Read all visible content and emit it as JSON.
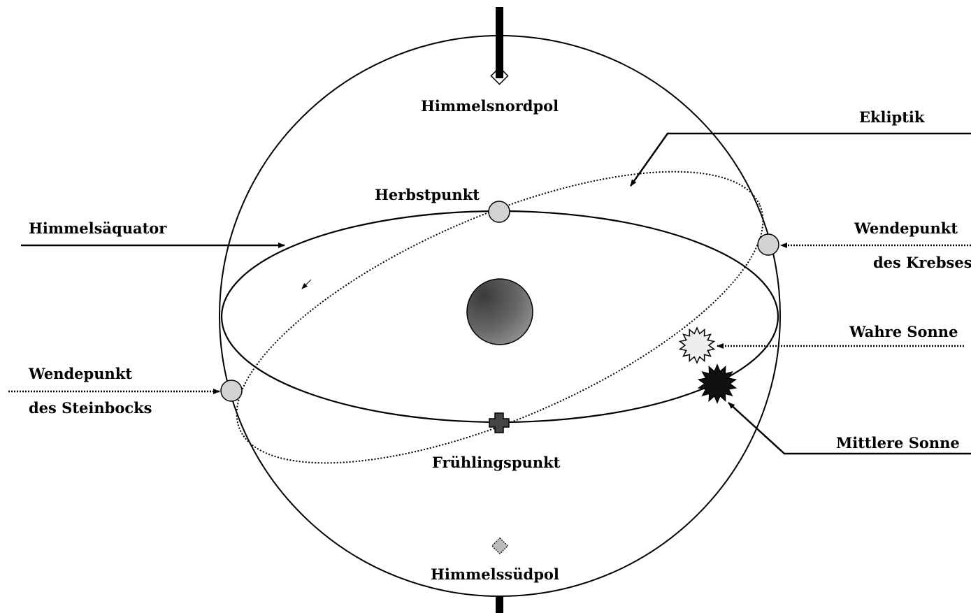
{
  "diagram": {
    "labels": {
      "north_pole": "Himmelsnordpol",
      "south_pole": "Himmelssüdpol",
      "ecliptic": "Ekliptik",
      "autumn_point": "Herbstpunkt",
      "celestial_equator": "Himmelsäquator",
      "cancer_point_line1": "Wendepunkt",
      "cancer_point_line2": "des Krebses",
      "true_sun": "Wahre Sonne",
      "capricorn_point_line1": "Wendepunkt",
      "capricorn_point_line2": "des Steinbocks",
      "mean_sun": "Mittlere Sonne",
      "spring_point": "Frühlingspunkt"
    },
    "colors": {
      "line": "#000000",
      "marker_fill": "#d3d3d3",
      "true_sun_fill": "#eeeeee",
      "mean_sun_fill": "#111111",
      "spring_marker_fill": "#444444",
      "earth_light": "#bdbdbd",
      "earth_dark": "#3c3c3c",
      "south_pole_fill": "#bbbbbb"
    }
  }
}
